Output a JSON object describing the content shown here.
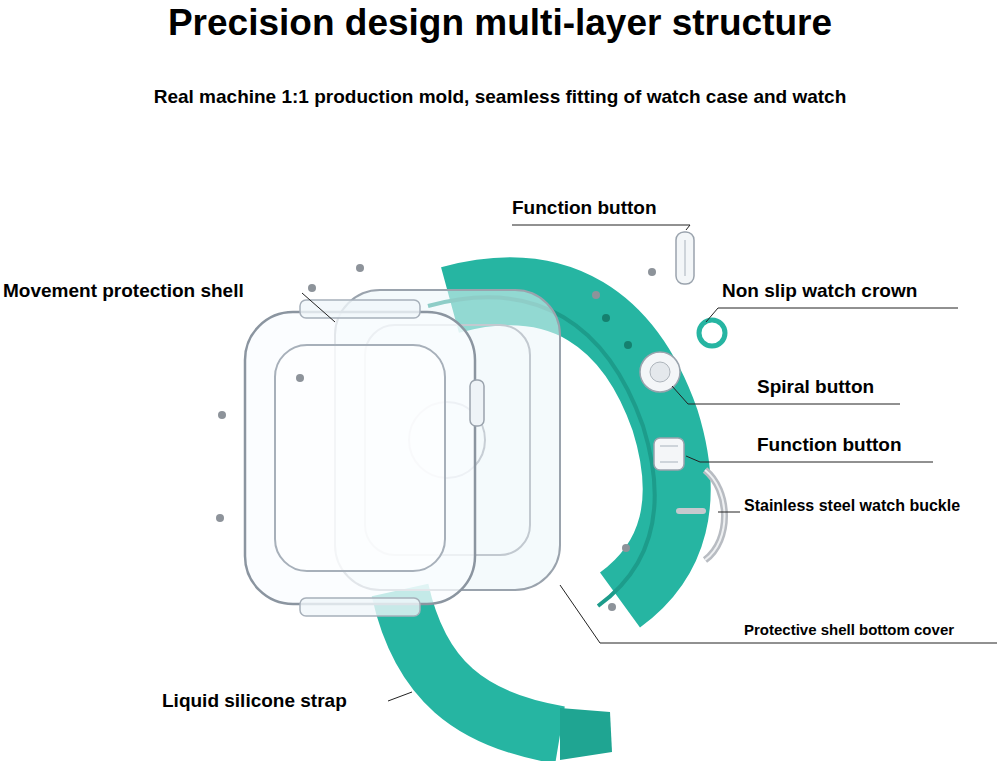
{
  "diagram": {
    "title": "Precision design multi-layer structure",
    "labels": [
      "Real machine 1:1 production mold, seamless fitting of watch case and watch",
      "Function button",
      "Movement protection shell",
      "Non slip watch crown",
      "Spiral button",
      "Function button",
      "Stainless steel watch buckle",
      "Protective shell bottom cover",
      "Liquid silicone strap"
    ]
  }
}
